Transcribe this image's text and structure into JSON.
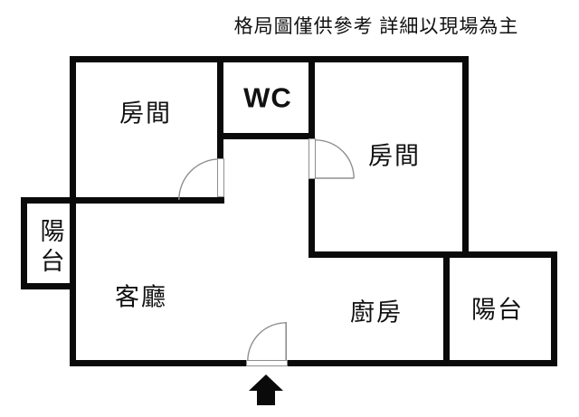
{
  "title": {
    "disclaimer": "格局圖僅供參考 詳細以現場為主"
  },
  "rooms": {
    "bedroom_top_left": {
      "label": "房間"
    },
    "wc": {
      "label": "WC"
    },
    "bedroom_right": {
      "label": "房間"
    },
    "balcony_left": {
      "label": "陽台"
    },
    "living_room": {
      "label": "客廳"
    },
    "kitchen": {
      "label": "廚房"
    },
    "balcony_right": {
      "label": "陽台"
    }
  },
  "icons": {
    "entrance_arrow": "solid up-arrow marking the entrance below the front door",
    "door_arc": "quarter-circle door swing symbol"
  },
  "colors": {
    "wall": "#0a0a0a",
    "background": "#ffffff",
    "door_line": "#8f8f8f",
    "text": "#111111"
  }
}
